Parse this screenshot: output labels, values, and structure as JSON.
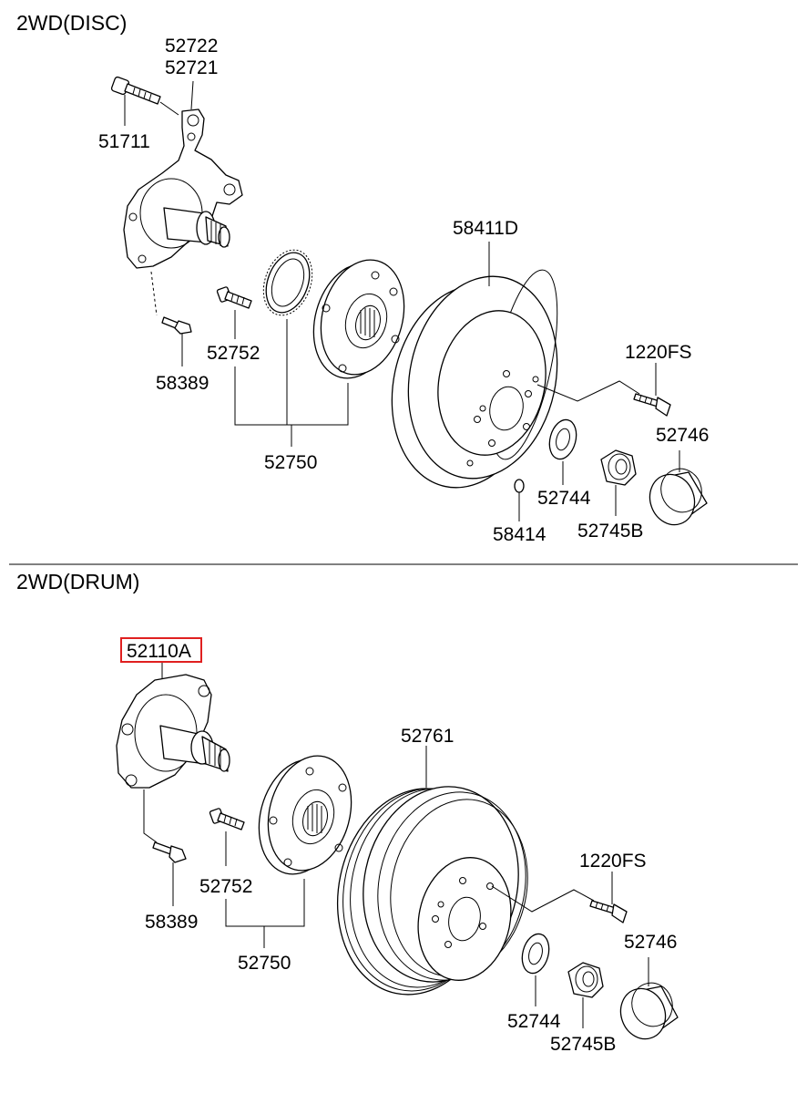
{
  "sections": {
    "disc": {
      "title": "2WD(DISC)",
      "labels": {
        "knuckle_lh": "52722",
        "knuckle_rh": "52721",
        "bolt_51711": "51711",
        "bolt_58389": "58389",
        "hub_bolt": "52752",
        "hub_assy": "52750",
        "disc": "58411D",
        "screw": "1220FS",
        "cap": "52746",
        "washer": "52744",
        "nut": "52745B",
        "pin": "58414"
      }
    },
    "drum": {
      "title": "2WD(DRUM)",
      "labels": {
        "spindle": "52110A",
        "drum": "52761",
        "screw": "1220FS",
        "cap": "52746",
        "hub_bolt": "52752",
        "bolt_58389": "58389",
        "hub_assy": "52750",
        "washer": "52744",
        "nut": "52745B"
      }
    }
  },
  "highlight_color": "#e02020"
}
